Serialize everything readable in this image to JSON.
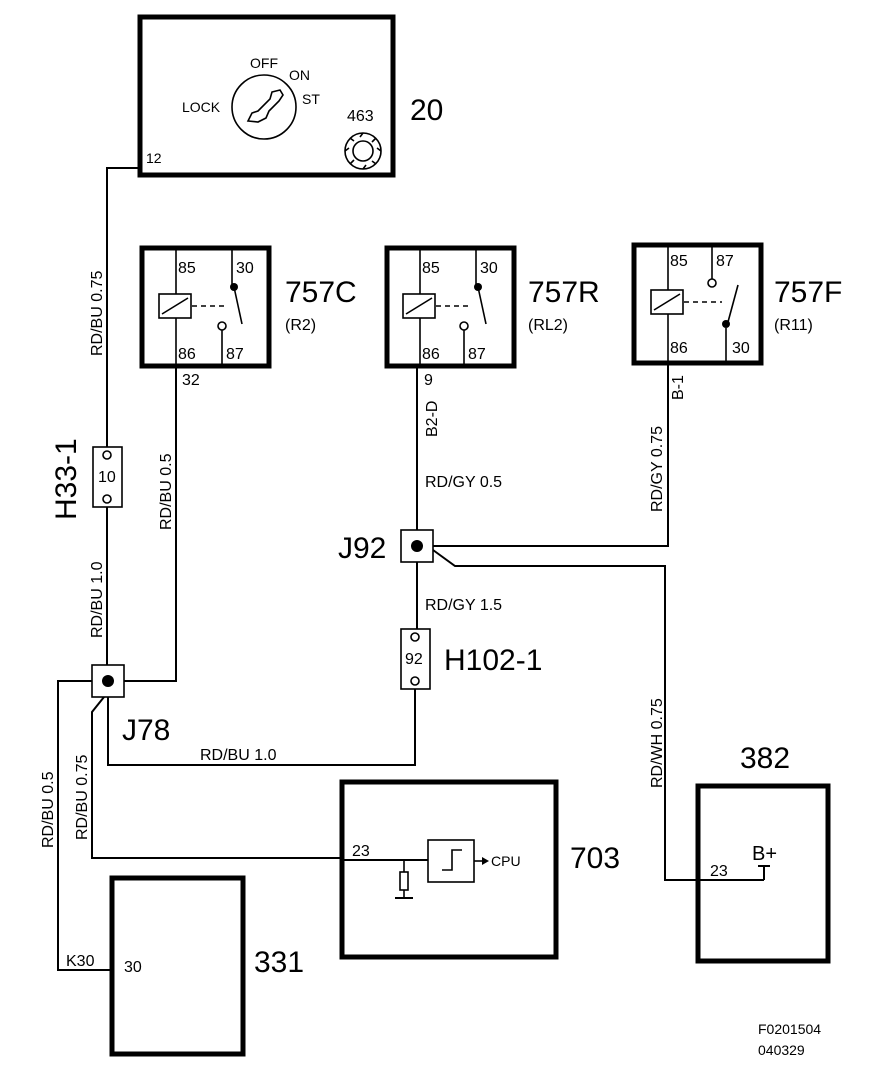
{
  "ignition_switch": {
    "id": "20",
    "pos_off": "OFF",
    "pos_on": "ON",
    "pos_st": "ST",
    "pos_lock": "LOCK",
    "sub_id": "463",
    "pin": "12"
  },
  "relays": {
    "r757c": {
      "id": "757C",
      "sub": "(R2)",
      "pin85": "85",
      "pin30": "30",
      "pin86": "86",
      "pin87": "87",
      "conn": "32"
    },
    "r757r": {
      "id": "757R",
      "sub": "(RL2)",
      "pin85": "85",
      "pin30": "30",
      "pin86": "86",
      "pin87": "87",
      "conn": "9",
      "conn2": "B2-D"
    },
    "r757f": {
      "id": "757F",
      "sub": "(R11)",
      "pin85": "85",
      "pin87": "87",
      "pin86": "86",
      "pin30": "30",
      "conn": "B-1"
    }
  },
  "wires": {
    "w1": "RD/BU 0.75",
    "w2": "RD/BU 0.5",
    "w3": "RD/BU  1.0",
    "w4": "RD/GY  0.5",
    "w5": "RD/GY 0.75",
    "w6": "RD/GY  1.5",
    "w7": "RD/WH  0.75",
    "w8": "RD/BU  1.0",
    "w9": "RD/BU  0.5",
    "w10": "RD/BU  0.75"
  },
  "fuses": {
    "h33": {
      "id": "H33-1",
      "value": "10"
    },
    "h102": {
      "id": "H102-1",
      "value": "92"
    }
  },
  "junctions": {
    "j92": "J92",
    "j78": "J78"
  },
  "module_703": {
    "id": "703",
    "pin": "23",
    "cpu": "CPU"
  },
  "module_382": {
    "id": "382",
    "pin": "23",
    "bplus": "B+"
  },
  "module_331": {
    "id": "331",
    "pin": "30",
    "k30": "K30"
  },
  "footer": {
    "code": "F0201504",
    "date": "040329"
  }
}
